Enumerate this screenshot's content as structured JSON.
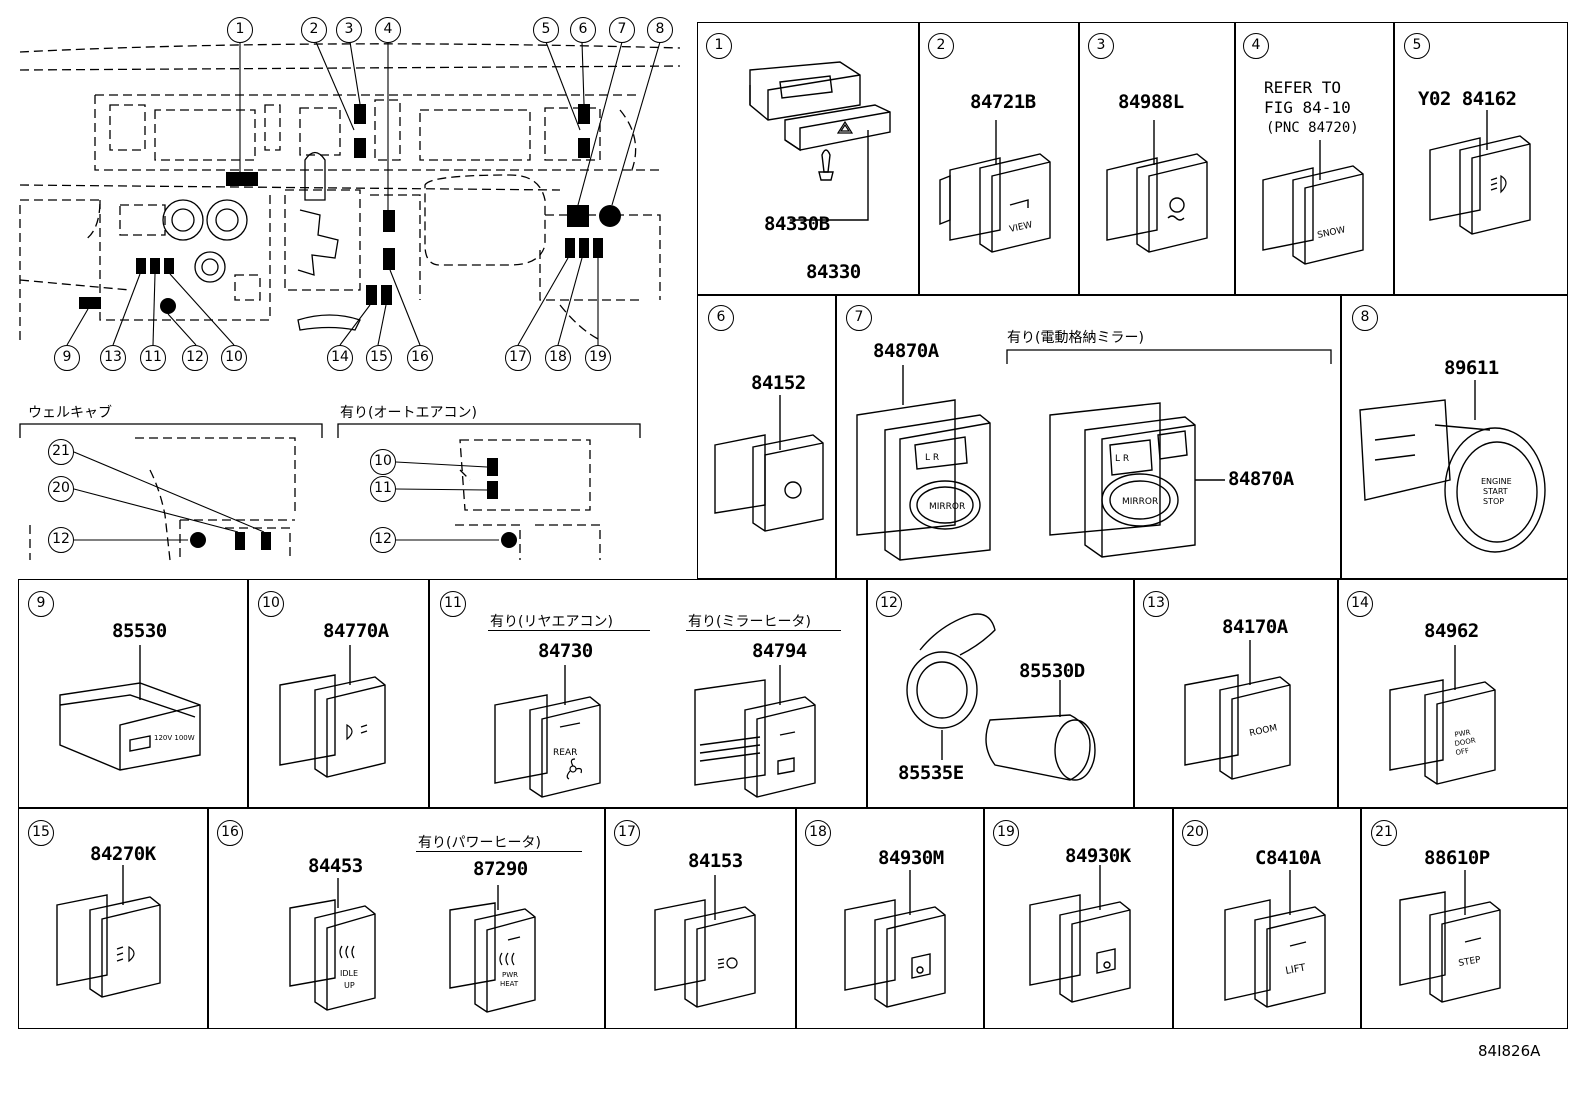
{
  "figure_id": "84I826A",
  "overview": {
    "callouts_top": [
      "1",
      "2",
      "3",
      "4",
      "5",
      "6",
      "7",
      "8"
    ],
    "callouts_bottom": [
      "9",
      "13",
      "11",
      "12",
      "10",
      "14",
      "15",
      "16",
      "17",
      "18",
      "19"
    ],
    "wellcab_label": "ウェルキャブ",
    "wellcab_callouts": [
      "21",
      "20",
      "12"
    ],
    "auto_ac_label": "有り(オートエアコン)",
    "auto_ac_callouts": [
      "10",
      "11",
      "12"
    ]
  },
  "cells": [
    {
      "id": "1",
      "parts": [
        "84330B",
        "84330"
      ]
    },
    {
      "id": "2",
      "parts": [
        "84721B"
      ],
      "switch_text": "VIEW"
    },
    {
      "id": "3",
      "parts": [
        "84988L"
      ]
    },
    {
      "id": "4",
      "ref_lines": [
        "REFER TO",
        "FIG 84-10",
        "(PNC 84720)"
      ],
      "switch_text": "SNOW"
    },
    {
      "id": "5",
      "parts": [
        "Y02 84162"
      ]
    },
    {
      "id": "6",
      "parts": [
        "84152"
      ]
    },
    {
      "id": "7",
      "parts": [
        "84870A",
        "84870A"
      ],
      "note": "有り(電動格納ミラー)",
      "switch_text": "MIRROR",
      "lr": "L  R"
    },
    {
      "id": "8",
      "parts": [
        "89611"
      ],
      "switch_text": "ENGINE START STOP"
    },
    {
      "id": "9",
      "parts": [
        "85530"
      ],
      "switch_text": "120V 100W"
    },
    {
      "id": "10",
      "parts": [
        "84770A"
      ]
    },
    {
      "id": "11",
      "parts": [
        "84730",
        "84794"
      ],
      "note1": "有り(リヤエアコン)",
      "note2": "有り(ミラーヒータ)",
      "switch_text": "REAR"
    },
    {
      "id": "12",
      "parts": [
        "85530D",
        "85535E"
      ]
    },
    {
      "id": "13",
      "parts": [
        "84170A"
      ],
      "switch_text": "ROOM"
    },
    {
      "id": "14",
      "parts": [
        "84962"
      ],
      "switch_text": "PWR DOOR OFF"
    },
    {
      "id": "15",
      "parts": [
        "84270K"
      ]
    },
    {
      "id": "16",
      "parts": [
        "84453",
        "87290"
      ],
      "note": "有り(パワーヒータ)",
      "switch_text": "IDLE UP",
      "switch_text2": "PWR HEAT"
    },
    {
      "id": "17",
      "parts": [
        "84153"
      ]
    },
    {
      "id": "18",
      "parts": [
        "84930M"
      ]
    },
    {
      "id": "19",
      "parts": [
        "84930K"
      ]
    },
    {
      "id": "20",
      "parts": [
        "C8410A"
      ],
      "switch_text": "LIFT"
    },
    {
      "id": "21",
      "parts": [
        "88610P"
      ],
      "switch_text": "STEP"
    }
  ],
  "icons": [
    "hazard-icon",
    "fog-light-icon",
    "mirror-adjust-icon",
    "fan-icon",
    "defogger-icon",
    "seat-heater-icon",
    "headlight-leveling-icon",
    "slide-door-icon"
  ]
}
